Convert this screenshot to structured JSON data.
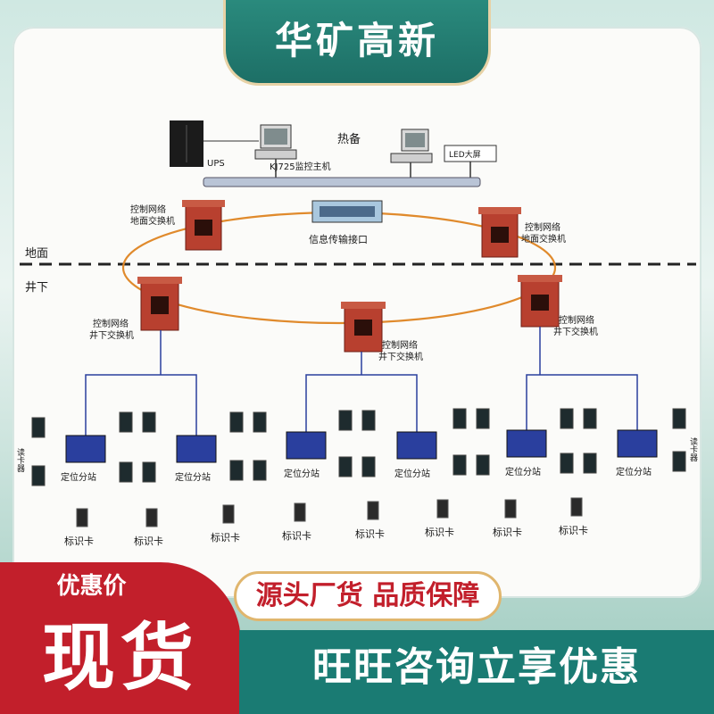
{
  "brand": "华矿高新",
  "diagram": {
    "top": {
      "ups": "UPS",
      "host": "KJ725监控主机",
      "backup": "热备",
      "led": "LED大屏"
    },
    "surface_label": "地面",
    "underground_label": "井下",
    "surface_switch_label_line1": "控制网络",
    "surface_switch_label_line2": "地面交换机",
    "interface_label": "信息传输接口",
    "underground_switch_label_line1": "控制网络",
    "underground_switch_label_line2": "井下交换机",
    "substation_label": "定位分站",
    "reader_label": "读卡器",
    "card_label": "标识卡"
  },
  "promo": {
    "price_label": "优惠价",
    "stock_label": "现货",
    "quality": "源头厂货 品质保障",
    "consult": "旺旺咨询立享优惠"
  },
  "colors": {
    "teal": "#1d6f66",
    "red": "#c21f2b",
    "ring": "#e08a2c",
    "blue": "#2a3f9e",
    "switch": "#b8402f"
  }
}
